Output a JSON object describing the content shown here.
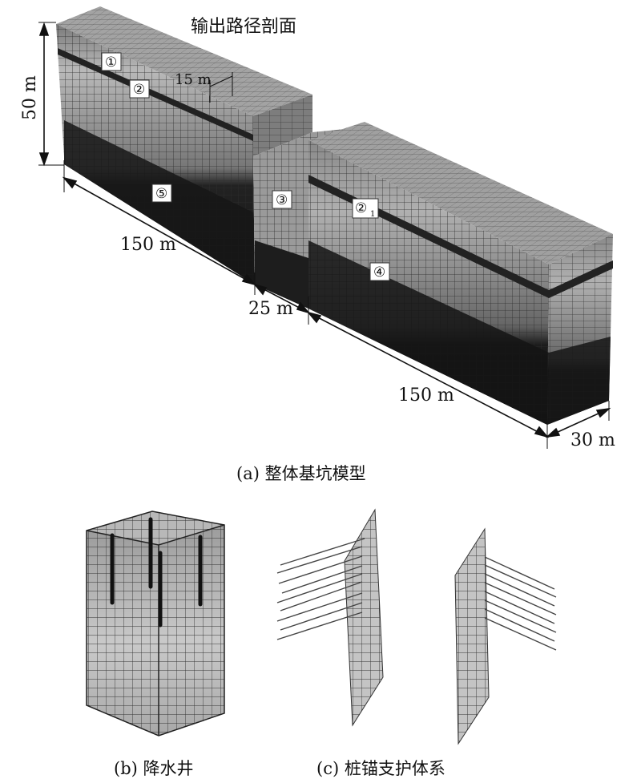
{
  "figure": {
    "main_model": {
      "section_label": "输出路径剖面",
      "dimensions": {
        "height": "50 m",
        "length_left": "150 m",
        "pit_width": "25 m",
        "length_right": "150 m",
        "depth": "30 m",
        "pit_depth": "15 m"
      },
      "soil_layers": {
        "l1": "①",
        "l2": "②",
        "l2_1_main": "②",
        "l2_1_sub": "1",
        "l3": "③",
        "l4": "④",
        "l5": "⑤"
      },
      "caption": "(a) 整体基坑模型"
    },
    "well_model": {
      "caption": "(b) 降水井"
    },
    "anchor_model": {
      "caption": "(c) 桩锚支护体系"
    },
    "colors": {
      "top_face": "#9a9a9a",
      "upper_layer": "#b5b5b5",
      "mid_layer": "#8c8c8c",
      "dark_band": "#2a2a2a",
      "bottom_layer": "#1b1b1b",
      "mesh_line": "#3a3a3a"
    }
  }
}
